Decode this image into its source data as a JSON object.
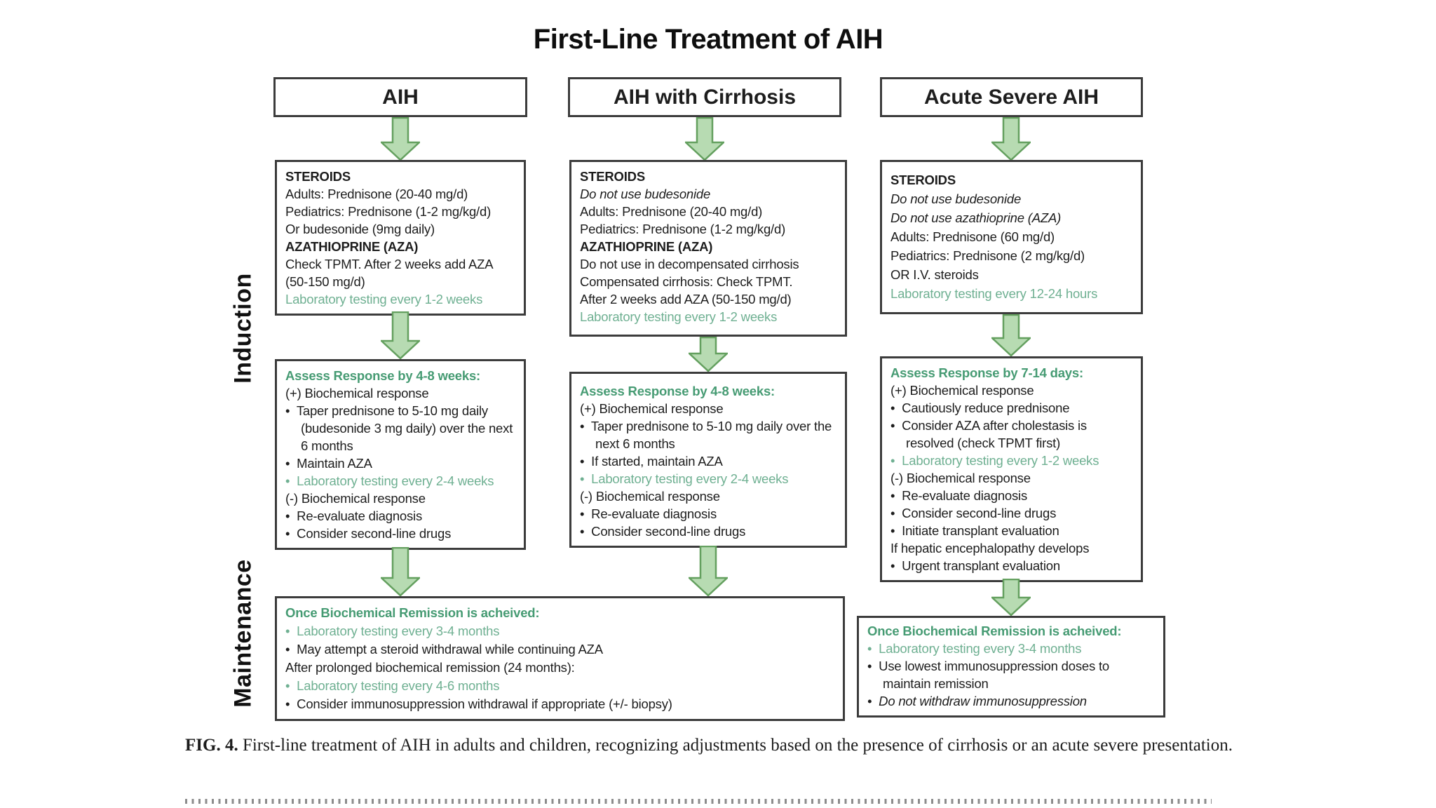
{
  "title": "First-Line Treatment of AIH",
  "side_labels": {
    "induction": "Induction",
    "maintenance": "Maintenance"
  },
  "column_headers": [
    "AIH",
    "AIH with Cirrhosis",
    "Acute Severe AIH"
  ],
  "boxes": {
    "aih_induction_meds": {
      "lines": [
        {
          "t": "STEROIDS",
          "s": "b"
        },
        {
          "t": "Adults: Prednisone (20-40 mg/d)"
        },
        {
          "t": "Pediatrics: Prednisone (1-2 mg/kg/d)"
        },
        {
          "t": "Or budesonide (9mg daily)"
        },
        {
          "t": "AZATHIOPRINE (AZA)",
          "s": "b"
        },
        {
          "t": "Check TPMT. After 2 weeks add AZA (50-150 mg/d)"
        },
        {
          "t": "Laboratory testing every 1-2 weeks",
          "s": "g"
        }
      ]
    },
    "cirrhosis_induction_meds": {
      "lines": [
        {
          "t": "STEROIDS",
          "s": "b"
        },
        {
          "t": "Do not use budesonide",
          "s": "i"
        },
        {
          "t": "Adults: Prednisone (20-40 mg/d)"
        },
        {
          "t": "Pediatrics: Prednisone (1-2 mg/kg/d)"
        },
        {
          "t": "AZATHIOPRINE (AZA)",
          "s": "b"
        },
        {
          "t": "Do not use in decompensated cirrhosis"
        },
        {
          "t": "Compensated cirrhosis: Check TPMT."
        },
        {
          "t": "After 2 weeks add AZA (50-150 mg/d)"
        },
        {
          "t": "Laboratory testing every 1-2 weeks",
          "s": "g"
        }
      ]
    },
    "acute_induction_meds": {
      "lines": [
        {
          "t": "STEROIDS",
          "s": "b"
        },
        {
          "t": "Do not use budesonide",
          "s": "i"
        },
        {
          "t": "Do not use azathioprine (AZA)",
          "s": "i"
        },
        {
          "t": "Adults: Prednisone (60 mg/d)"
        },
        {
          "t": "Pediatrics: Prednisone (2 mg/kg/d)"
        },
        {
          "t": "OR I.V. steroids"
        },
        {
          "t": "Laboratory testing every 12-24 hours",
          "s": "g"
        }
      ]
    },
    "aih_assess_response": {
      "lines": [
        {
          "t": "Assess Response by 4-8 weeks:",
          "s": "gb"
        },
        {
          "t": "(+) Biochemical response"
        },
        {
          "t": "Taper prednisone to 5-10 mg daily (budesonide 3 mg daily) over the next 6 months",
          "b": true
        },
        {
          "t": "Maintain AZA",
          "b": true
        },
        {
          "t": "Laboratory testing every 2-4 weeks",
          "s": "g",
          "b": true
        },
        {
          "t": "(-) Biochemical response"
        },
        {
          "t": "Re-evaluate diagnosis",
          "b": true
        },
        {
          "t": "Consider second-line drugs",
          "b": true
        }
      ]
    },
    "cirrhosis_assess_response": {
      "lines": [
        {
          "t": "Assess Response by 4-8 weeks:",
          "s": "gb"
        },
        {
          "t": "(+) Biochemical response"
        },
        {
          "t": "Taper prednisone to 5-10 mg daily over the next 6 months",
          "b": true
        },
        {
          "t": "If started, maintain AZA",
          "b": true
        },
        {
          "t": "Laboratory testing every 2-4 weeks",
          "s": "g",
          "b": true
        },
        {
          "t": "(-) Biochemical response"
        },
        {
          "t": "Re-evaluate diagnosis",
          "b": true
        },
        {
          "t": "Consider second-line drugs",
          "b": true
        }
      ]
    },
    "acute_assess_response": {
      "lines": [
        {
          "t": "Assess Response by 7-14 days:",
          "s": "gb"
        },
        {
          "t": "(+) Biochemical response"
        },
        {
          "t": "Cautiously reduce prednisone",
          "b": true
        },
        {
          "t": "Consider AZA after cholestasis is resolved (check TPMT first)",
          "b": true
        },
        {
          "t": "Laboratory testing every 1-2 weeks",
          "s": "g",
          "b": true
        },
        {
          "t": "(-) Biochemical response"
        },
        {
          "t": "Re-evaluate diagnosis",
          "b": true
        },
        {
          "t": "Consider second-line drugs",
          "b": true
        },
        {
          "t": "Initiate transplant evaluation",
          "b": true
        },
        {
          "t": "If hepatic encephalopathy develops"
        },
        {
          "t": "Urgent transplant evaluation",
          "b": true
        }
      ]
    },
    "maintenance_main": {
      "lines": [
        {
          "t": "Once Biochemical Remission is acheived:",
          "s": "gb"
        },
        {
          "t": "Laboratory testing every 3-4 months",
          "s": "g",
          "b": true
        },
        {
          "t": "May attempt a steroid withdrawal while continuing AZA",
          "b": true
        },
        {
          "t": "After prolonged biochemical remission (24 months):"
        },
        {
          "t": "Laboratory testing every 4-6 months",
          "s": "g",
          "b": true
        },
        {
          "t": "Consider immunosuppression withdrawal if appropriate (+/- biopsy)",
          "b": true
        }
      ]
    },
    "maintenance_acute": {
      "lines": [
        {
          "t": "Once Biochemical Remission is acheived:",
          "s": "gb"
        },
        {
          "t": "Laboratory testing every 3-4 months",
          "s": "g",
          "b": true
        },
        {
          "t": "Use lowest immunosuppression doses to maintain remission",
          "b": true
        },
        {
          "t": "Do not withdraw immunosuppression",
          "s": "i",
          "b": true
        }
      ]
    },
    "": {
      "lines": []
    }
  },
  "caption": {
    "label": "FIG. 4.",
    "text": "First-line treatment of AIH in adults and children, recognizing adjustments based on the presence of cirrhosis or an acute severe presentation."
  },
  "colors": {
    "green_heading": "#469b73",
    "green_body": "#6fb092",
    "arrow_fill": "#b7dbb2",
    "arrow_stroke": "#64a05f",
    "box_border": "#3c3c3c",
    "text": "#1d1d1d"
  }
}
